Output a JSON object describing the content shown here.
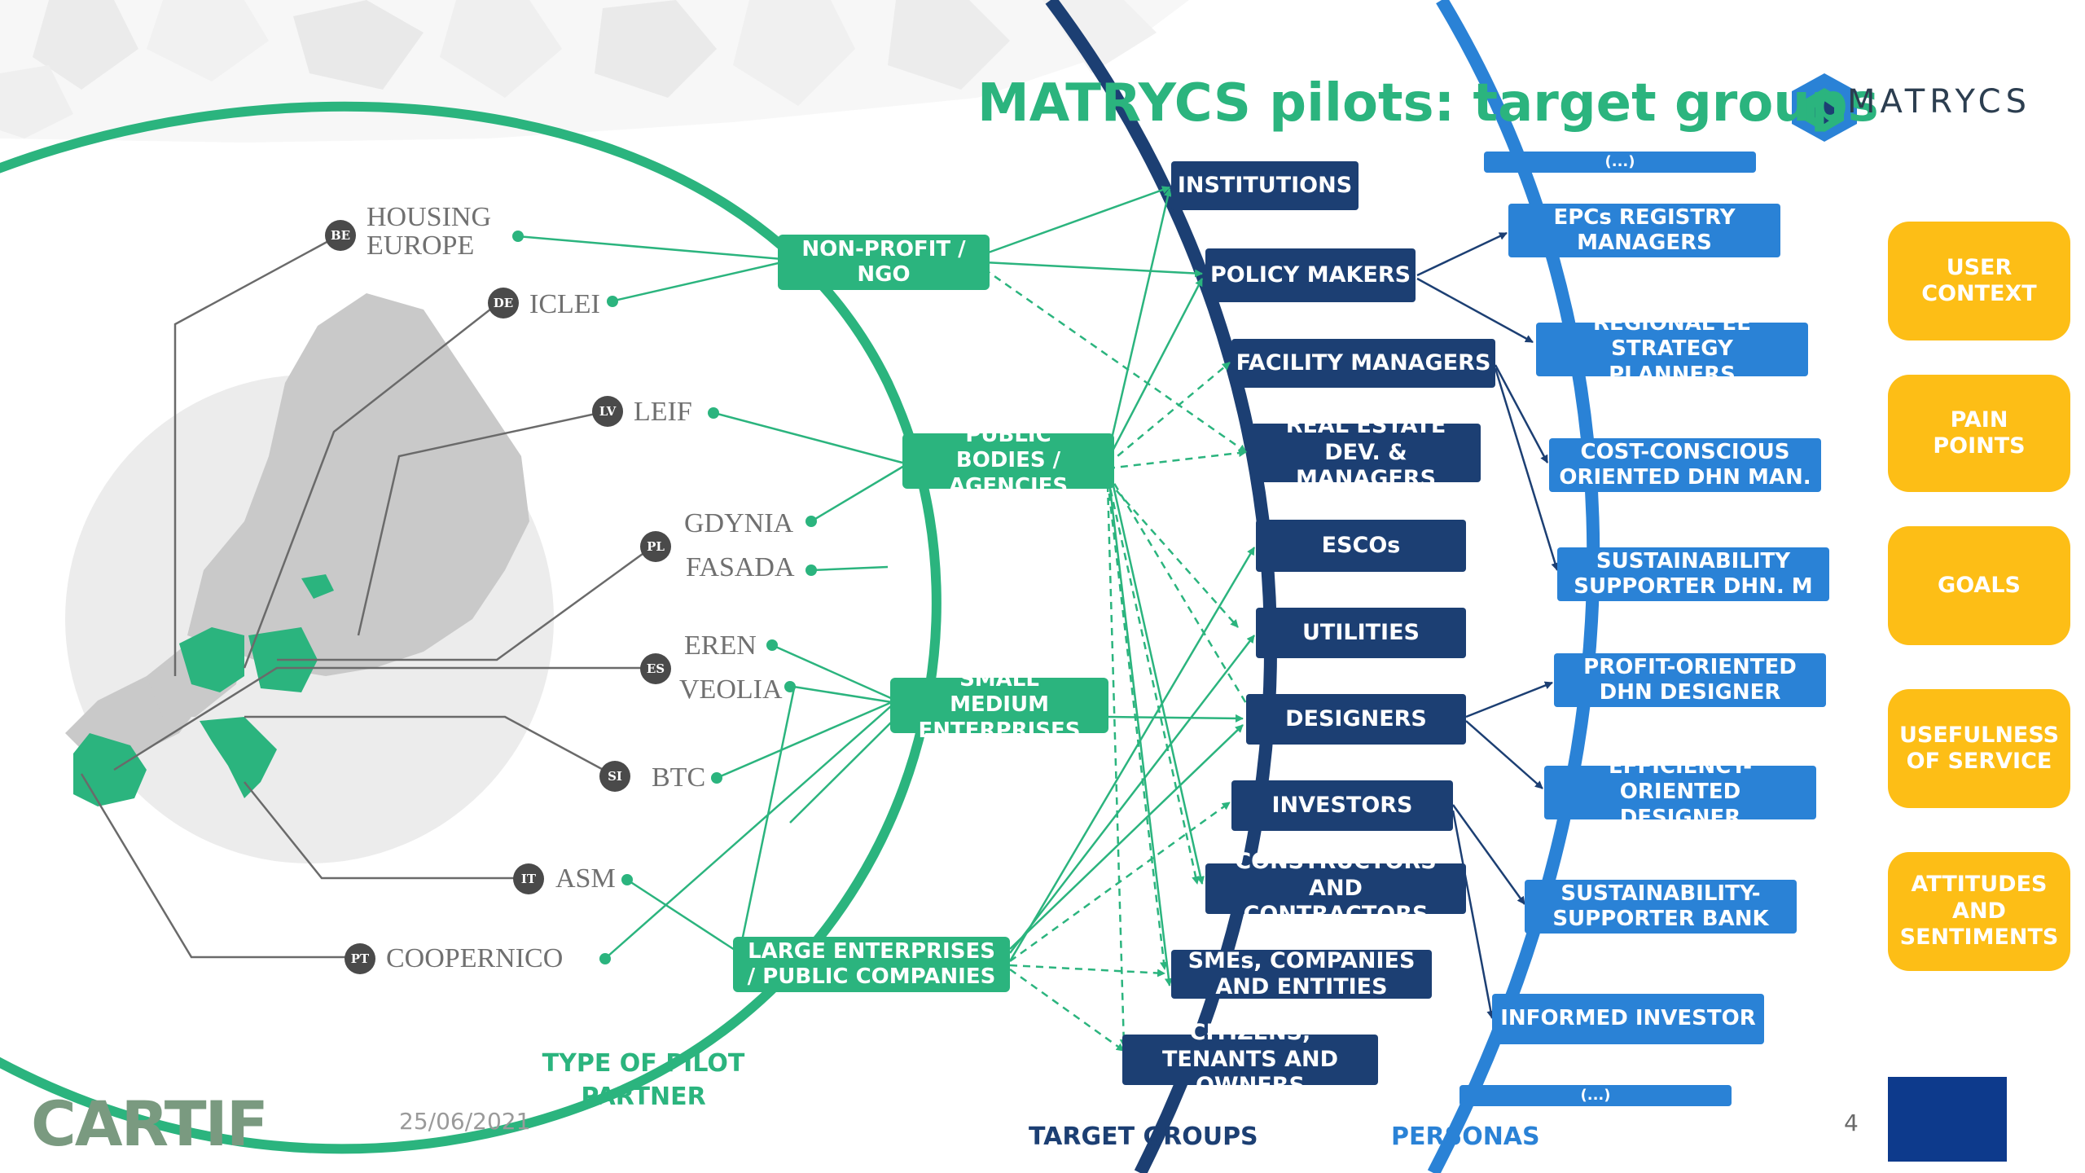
{
  "title": "MATRYCS pilots: target groups",
  "logo": {
    "text": "MATRYCS"
  },
  "partner_type_boxes": [
    {
      "id": "ngo",
      "label": "NON-PROFIT / NGO"
    },
    {
      "id": "public",
      "label": "PUBLIC BODIES / AGENCIES"
    },
    {
      "id": "sme",
      "label": "SMALL MEDIUM ENTERPRISES"
    },
    {
      "id": "large",
      "label": "LARGE ENTERPRISES / PUBLIC COMPANIES"
    }
  ],
  "partners": [
    {
      "code": "BE",
      "name": "HOUSING EUROPE"
    },
    {
      "code": "DE",
      "name": "ICLEI"
    },
    {
      "code": "LV",
      "name": "LEIF"
    },
    {
      "code": "",
      "name": "GDYNIA"
    },
    {
      "code": "PL",
      "name": "FASADA"
    },
    {
      "code": "",
      "name": "EREN"
    },
    {
      "code": "ES",
      "name": "VEOLIA"
    },
    {
      "code": "SI",
      "name": "BTC"
    },
    {
      "code": "IT",
      "name": "ASM"
    },
    {
      "code": "PT",
      "name": "COOPERNICO"
    }
  ],
  "target_groups": [
    "INSTITUTIONS",
    "POLICY MAKERS",
    "FACILITY MANAGERS",
    "REAL ESTATE DEV. & MANAGERS",
    "ESCOs",
    "UTILITIES",
    "DESIGNERS",
    "INVESTORS",
    "CONSTRUCTORS AND CONTRACTORS",
    "SMEs, COMPANIES AND ENTITIES",
    "CITIZENS, TENANTS AND OWNERS"
  ],
  "personas": [
    "(...)",
    "EPCs REGISTRY MANAGERS",
    "REGIONAL EE STRATEGY PLANNERS",
    "COST-CONSCIOUS ORIENTED DHN MAN.",
    "SUSTAINABILITY SUPPORTER DHN. M",
    "PROFIT-ORIENTED DHN DESIGNER",
    "EFFICIENCY-ORIENTED DESIGNER",
    "SUSTAINABILITY-SUPPORTER BANK",
    "INFORMED INVESTOR",
    "(...)"
  ],
  "persona_dimensions": [
    "USER CONTEXT",
    "PAIN POINTS",
    "GOALS",
    "USEFULNESS OF SERVICE",
    "ATTITUDES AND SENTIMENTS"
  ],
  "labels": {
    "type_of_pilot_partner": "TYPE OF PILOT PARTNER",
    "target_groups": "TARGET GROUPS",
    "personas": "PERSONAS"
  },
  "footer": {
    "org": "CARTIF",
    "date": "25/06/2021",
    "page": "4"
  },
  "colors": {
    "green": "#2bb47e",
    "navy": "#1c3f73",
    "blue": "#2a82d6",
    "yellow": "#fdbe16"
  }
}
